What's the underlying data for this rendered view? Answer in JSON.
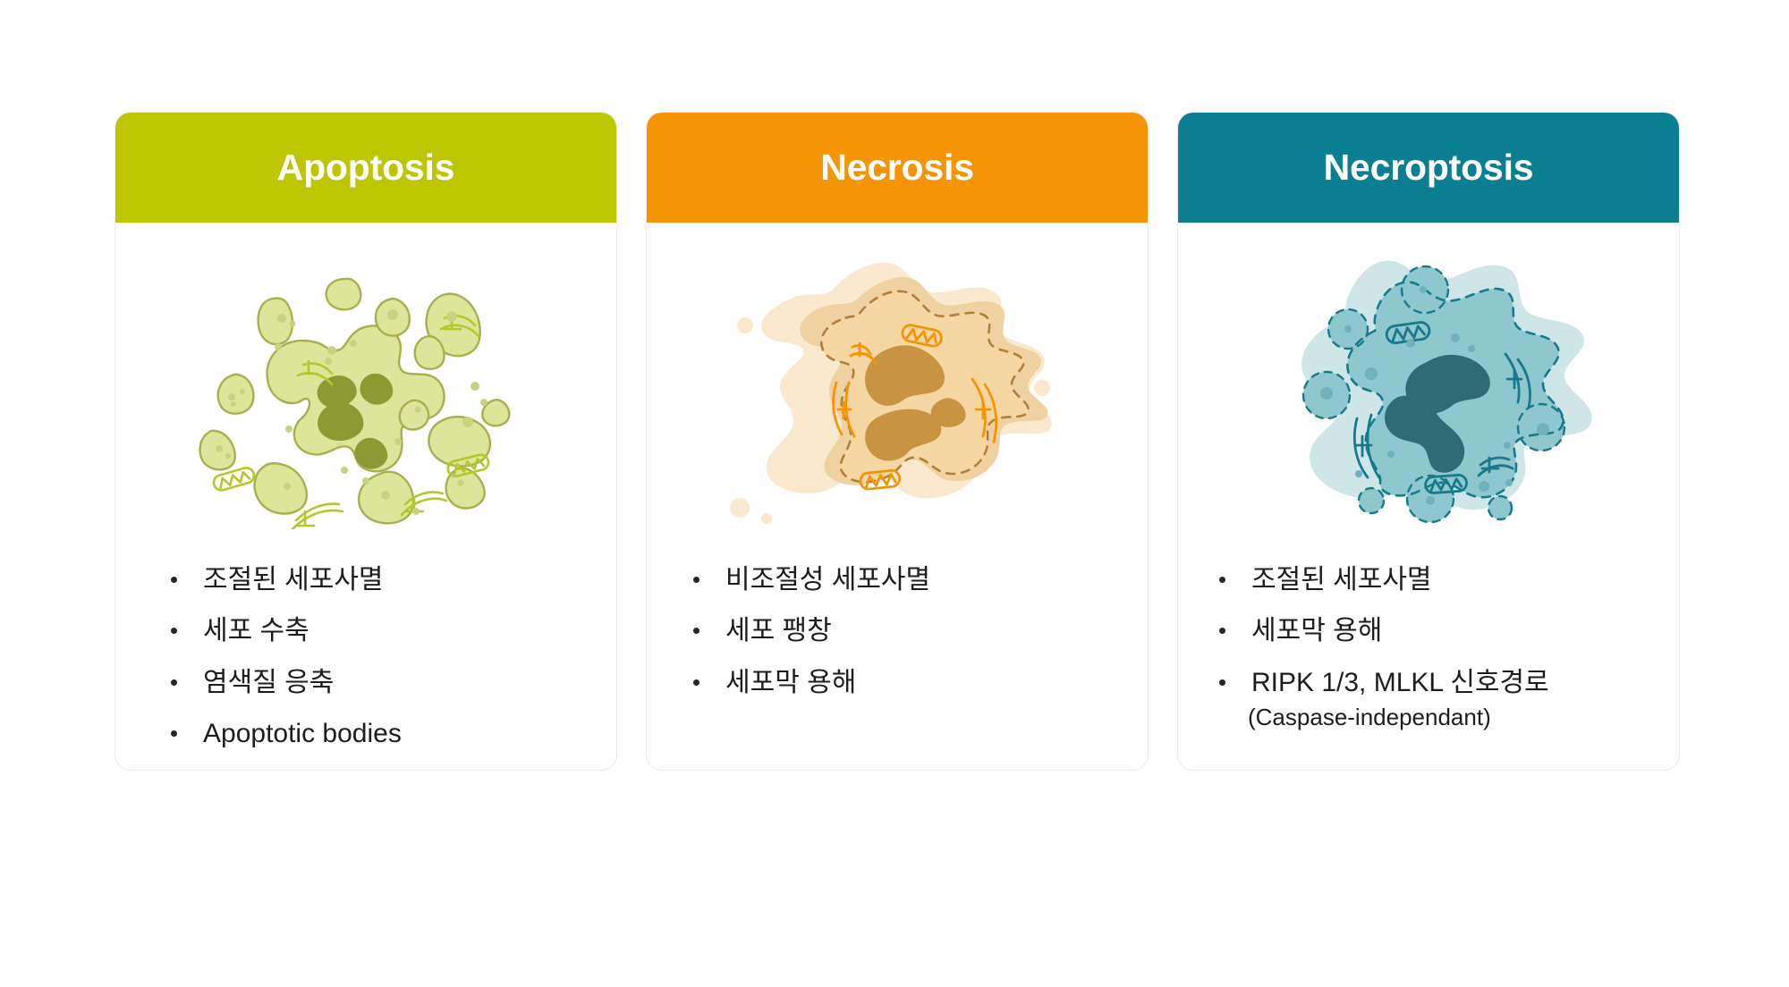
{
  "page": {
    "background": "#ffffff",
    "title": "Cell death types comparison"
  },
  "cards": [
    {
      "id": "apoptosis",
      "title": "Apoptosis",
      "header_color": "#bdc600",
      "figure": {
        "name": "apoptosis-cell-illustration",
        "cell_fill": "#dde59a",
        "cell_stroke": "#a9ae4e",
        "nucleus_fill": "#8d9a33",
        "organelle_stroke": "#b5c82a",
        "description": "Fragmented cell broken into many apoptotic bodies with condensed nucleus fragments"
      },
      "bullets": [
        {
          "text": "조절된 세포사멸"
        },
        {
          "text": "세포 수축"
        },
        {
          "text": "염색질 응축"
        },
        {
          "text": "Apoptotic bodies"
        }
      ]
    },
    {
      "id": "necrosis",
      "title": "Necrosis",
      "header_color": "#f59505",
      "figure": {
        "name": "necrosis-cell-illustration",
        "cell_fill": "#f6d7a4",
        "spill_fill": "#fbe9cf",
        "spill_fill_2": "#e8bd7c",
        "cell_stroke": "#b0803a",
        "nucleus_fill": "#c89443",
        "organelle_stroke": "#f59505",
        "description": "Swollen cell with ruptured dashed membrane and leaking cytoplasm"
      },
      "bullets": [
        {
          "text": "비조절성 세포사멸"
        },
        {
          "text": "세포 팽창"
        },
        {
          "text": "세포막 용해"
        }
      ]
    },
    {
      "id": "necroptosis",
      "title": "Necroptosis",
      "header_color": "#0a7f92",
      "figure": {
        "name": "necroptosis-cell-illustration",
        "cell_fill": "#8fc7ce",
        "halo_fill": "#cfe6e8",
        "cell_stroke": "#17798c",
        "nucleus_fill": "#2e6b72",
        "organelle_stroke": "#17798c",
        "description": "Swollen cell with dashed membrane, surface blebs and leaking halo"
      },
      "bullets": [
        {
          "text": "조절된 세포사멸"
        },
        {
          "text": "세포막 용해"
        },
        {
          "text": "RIPK 1/3, MLKL 신호경로",
          "sub": "(Caspase-independant)"
        }
      ]
    }
  ]
}
